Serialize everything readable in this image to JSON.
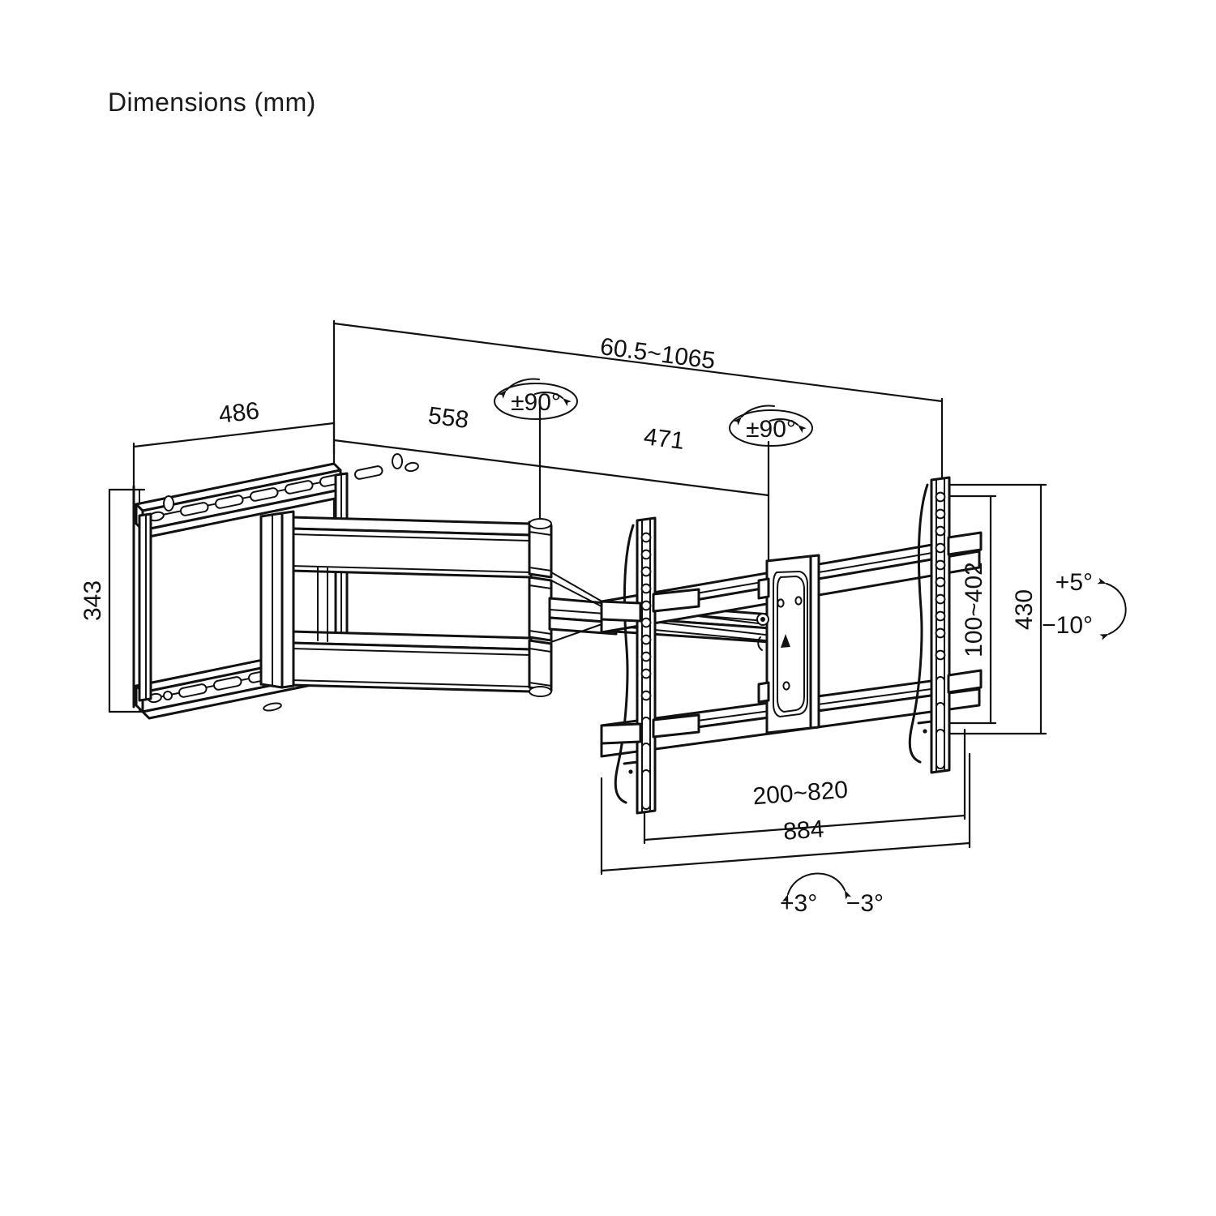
{
  "title": "Dimensions (mm)",
  "units": "mm",
  "drawing": {
    "type": "technical-dimension-drawing",
    "subject": "full-motion articulating TV wall mount",
    "projection": "isometric-perspective"
  },
  "dimensions": {
    "wall_plate_width": "486",
    "wall_plate_height": "343",
    "first_arm_length": "558",
    "second_arm_length": "471",
    "total_extension_range": "60.5~1065",
    "vesa_height_range": "100~402",
    "tv_bracket_height": "430",
    "vesa_width_range": "200~820",
    "bracket_overall_width": "884"
  },
  "articulation": {
    "swivel_joint_1": "±90°",
    "swivel_joint_2": "±90°",
    "tilt_up": "+5°",
    "tilt_down": "−10°",
    "roll_left": "+3°",
    "roll_right": "−3°"
  },
  "colors": {
    "line": "#111111",
    "dimension_line": "#111111",
    "background": "#ffffff",
    "title": "#1a1a1a"
  }
}
